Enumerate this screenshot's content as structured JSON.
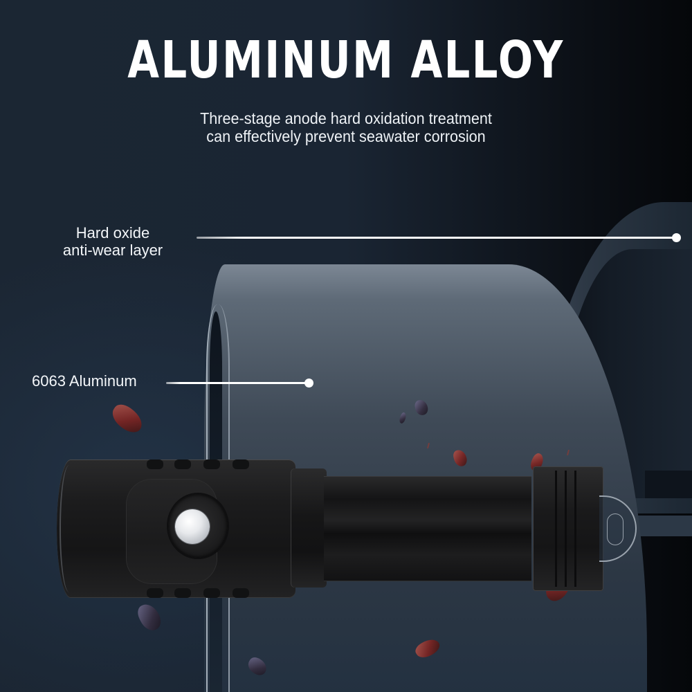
{
  "header": {
    "title": "ALUMINUM ALLOY",
    "subtitle_lines": [
      "Three-stage anode hard oxidation treatment",
      "can effectively prevent seawater corrosion"
    ]
  },
  "callouts": [
    {
      "label_lines": [
        "Hard oxide",
        "anti-wear layer"
      ],
      "target": "outer-pipe-surface"
    },
    {
      "label_lines": [
        "6063 Aluminum"
      ],
      "target": "inner-pipe-core"
    }
  ],
  "product": {
    "name": "flashlight",
    "parts": [
      "head",
      "switch-button",
      "collar",
      "body-tube",
      "tail-cap",
      "lanyard-loop"
    ]
  },
  "colors": {
    "background": "#1a2532",
    "background_dark": "#05070a",
    "text": "#ffffff",
    "pipe_highlight": "#7c8794",
    "flashlight_body": "#151516",
    "chip_red": "#7b2422"
  }
}
